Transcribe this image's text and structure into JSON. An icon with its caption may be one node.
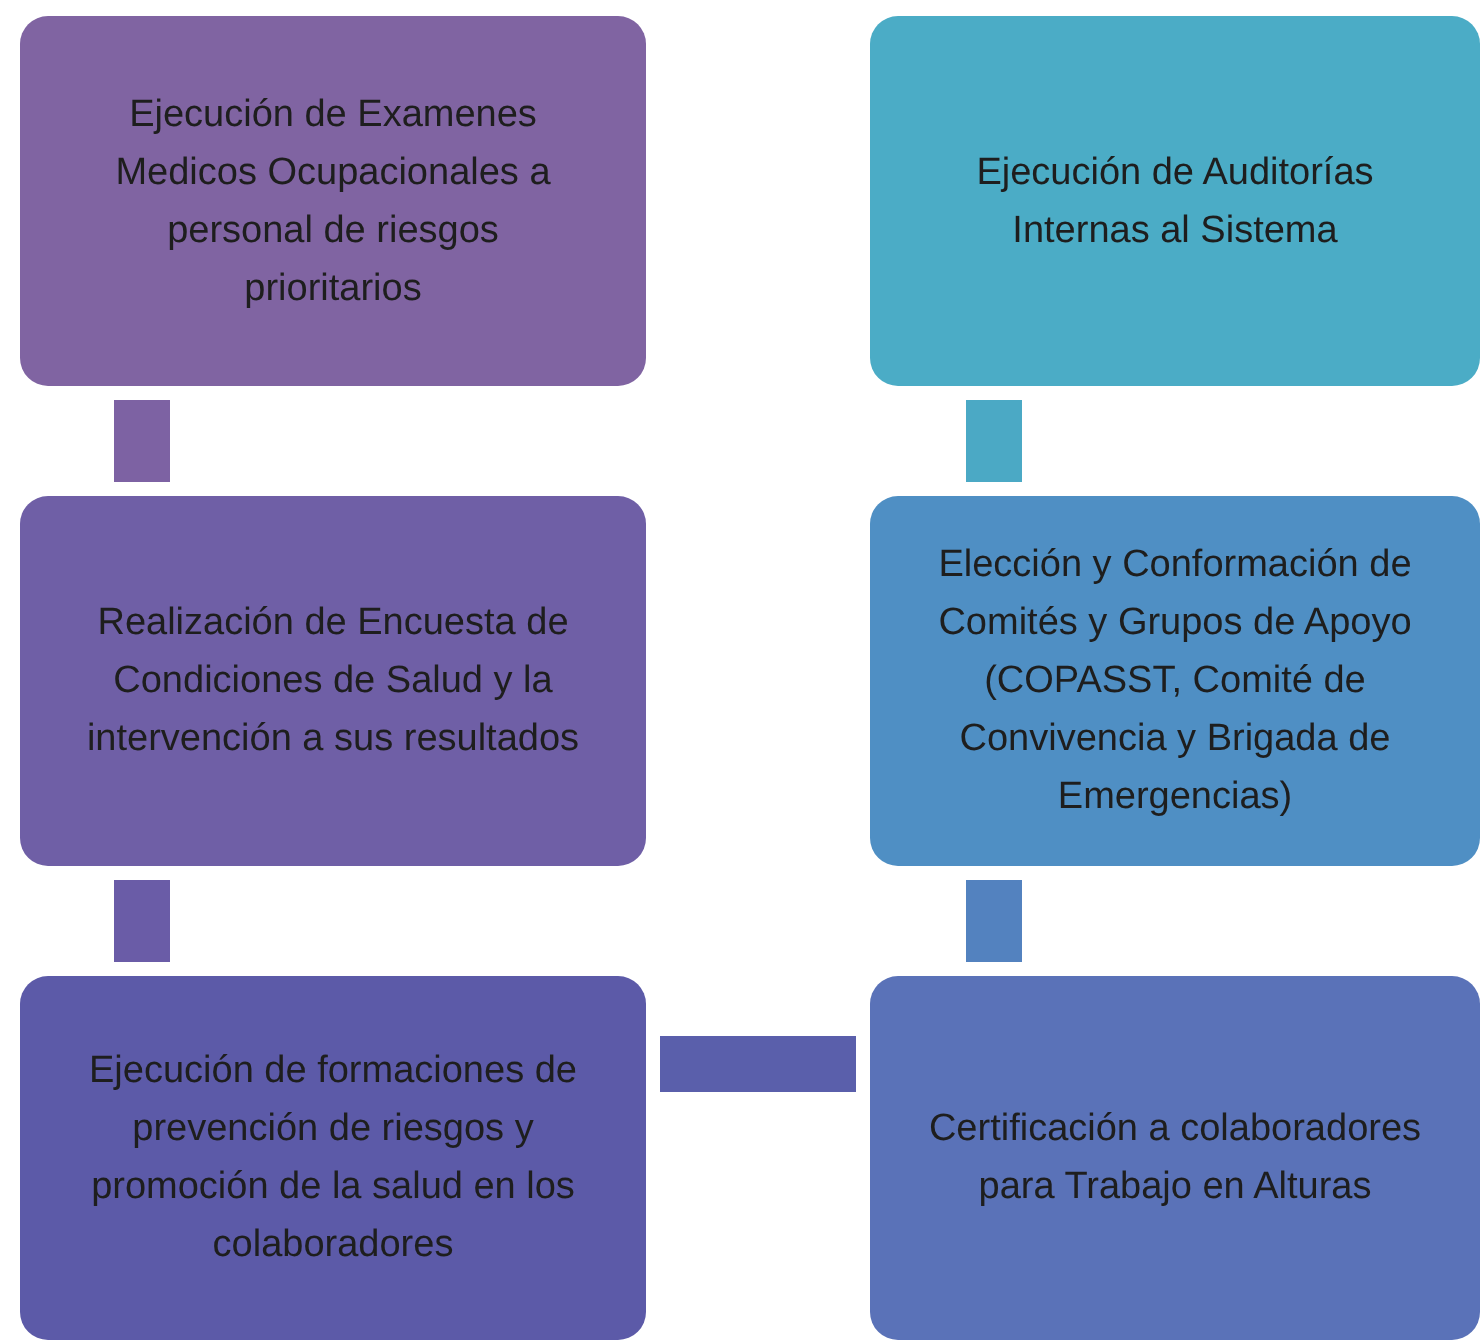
{
  "diagram": {
    "nodes": [
      {
        "text": [
          "Ejecución de Examenes Medicos Ocupacionales a personal de riesgos prioritarios"
        ]
      },
      {
        "text": [
          "Ejecución de Auditorías Internas al Sistema"
        ]
      },
      {
        "text": [
          "Realización de Encuesta de Condiciones de Salud y la intervención a sus resultados"
        ]
      },
      {
        "text": [
          "Elección y Conformación de Comités y Grupos de Apoyo (COPASST, Comité de Convivencia y Brigada de Emergencias)"
        ]
      },
      {
        "text": [
          "Ejecución de formaciones de prevención de riesgos y promoción de la salud en los colaboradores"
        ]
      },
      {
        "text": [
          "Certificación a colaboradores para Trabajo en Alturas"
        ]
      }
    ],
    "edges": [
      {
        "from": 0,
        "to": 2,
        "arrow": "none",
        "color": "#7d62a3"
      },
      {
        "from": 2,
        "to": 4,
        "arrow": "none",
        "color": "#6a5ca7"
      },
      {
        "from": 4,
        "to": 5,
        "arrow": "none",
        "color": "#5a5fab"
      },
      {
        "from": 5,
        "to": 3,
        "arrow": "none",
        "color": "#5382bf"
      },
      {
        "from": 3,
        "to": 1,
        "arrow": "none",
        "color": "#4ba9c5"
      }
    ]
  }
}
